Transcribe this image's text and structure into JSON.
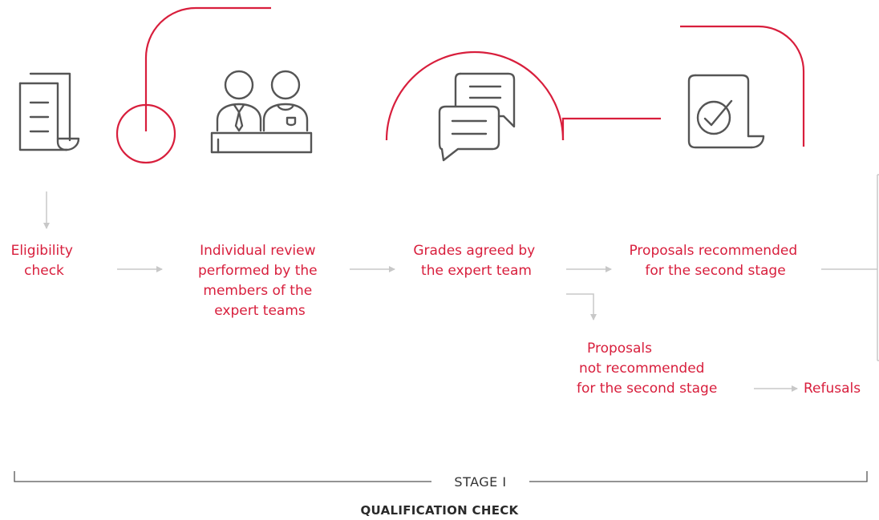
{
  "colors": {
    "accent": "#d81e3c",
    "icon": "#555555",
    "arrow": "#c8c8c8",
    "bracket": "#555555"
  },
  "icons": [
    "documents-icon",
    "reviewers-icon",
    "chat-bubbles-icon",
    "approved-document-icon"
  ],
  "steps": {
    "eligibility": [
      "Eligibility",
      "check"
    ],
    "individual_review": [
      "Individual review",
      "performed by the",
      "members of the",
      "expert teams"
    ],
    "grades": [
      "Grades agreed by",
      "the expert team"
    ],
    "recommended": [
      "Proposals recommended",
      "for the second stage"
    ],
    "not_recommended": [
      "Proposals",
      "not recommended",
      "for the second stage"
    ],
    "refusals": "Refusals"
  },
  "stage": {
    "label": "STAGE I",
    "title": "QUALIFICATION CHECK"
  }
}
